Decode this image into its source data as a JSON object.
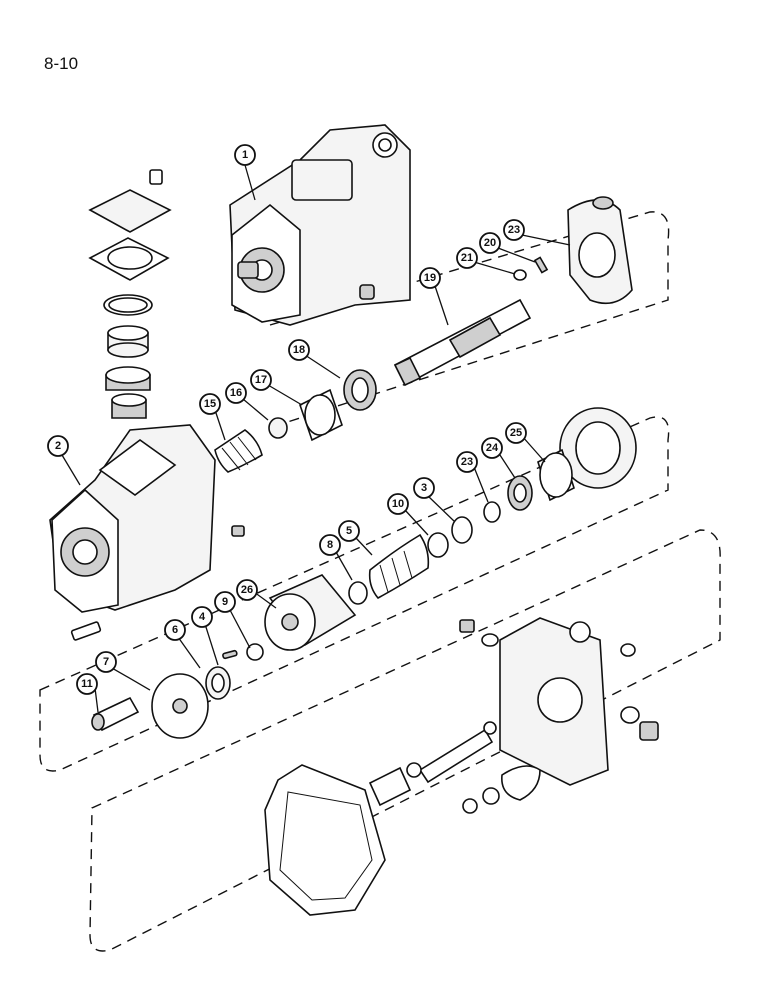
{
  "page_number": "8-10",
  "callouts": {
    "c1": "1",
    "c2": "2",
    "c3": "3",
    "c4": "4",
    "c5": "5",
    "c6": "6",
    "c7": "7",
    "c8": "8",
    "c9": "9",
    "c10": "10",
    "c11": "11",
    "c15": "15",
    "c16": "16",
    "c17": "17",
    "c18": "18",
    "c19": "19",
    "c20": "20",
    "c21": "21",
    "c23a": "23",
    "c23b": "23",
    "c24": "24",
    "c25": "25",
    "c26": "26"
  }
}
